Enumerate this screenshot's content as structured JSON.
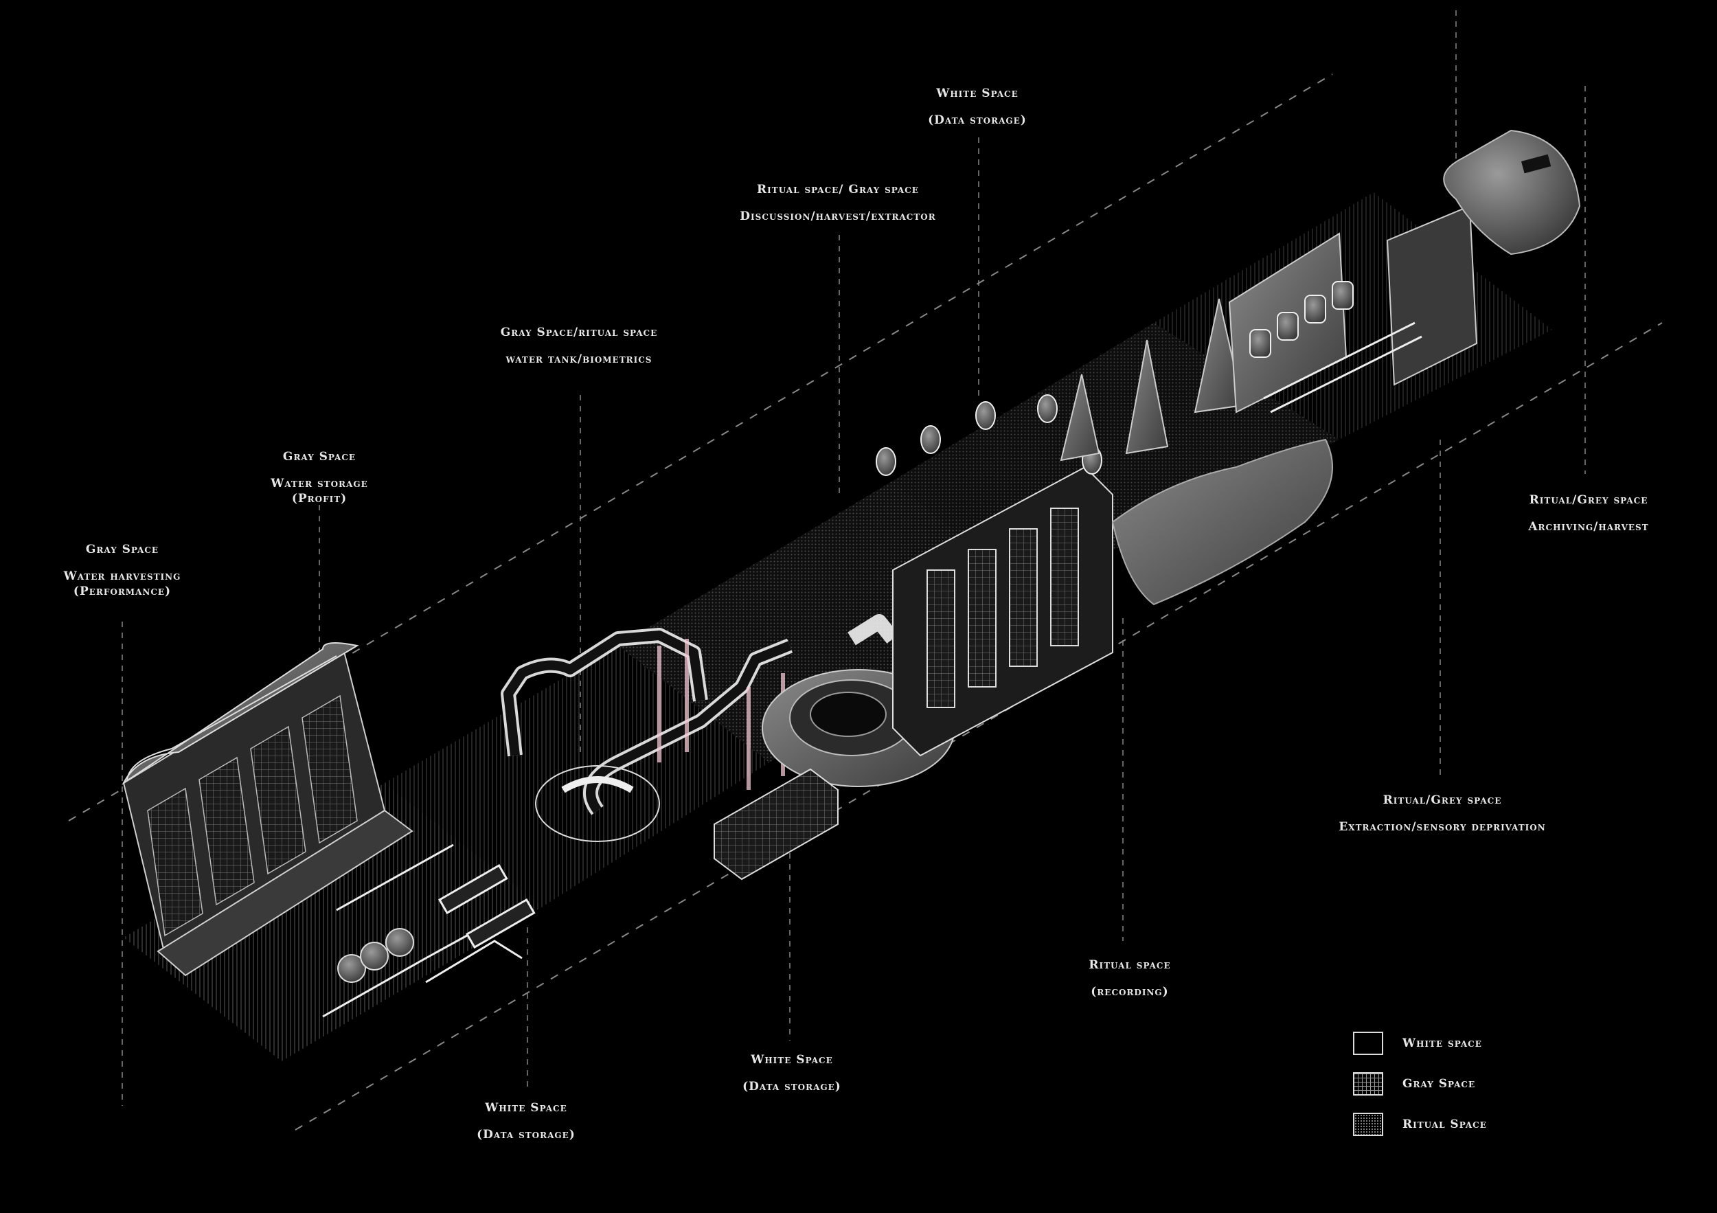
{
  "labels": [
    {
      "id": "water-harvesting",
      "line1": "Gray Space",
      "line2": "Water harvesting",
      "line3": "(Performance)"
    },
    {
      "id": "water-storage",
      "line1": "Gray Space",
      "line2": "Water storage",
      "line3": "(Profit)"
    },
    {
      "id": "water-tank",
      "line1": "Gray Space/ritual space",
      "line2": "water tank/biometrics"
    },
    {
      "id": "discussion",
      "line1": "Ritual space/ Gray space",
      "line2": "Discussion/harvest/extractor"
    },
    {
      "id": "data-storage-top",
      "line1": "White Space",
      "line2": "(Data storage)"
    },
    {
      "id": "archiving",
      "line1": "Ritual/Grey space",
      "line2": "Archiving/harvest"
    },
    {
      "id": "extraction",
      "line1": "Ritual/Grey space",
      "line2": "Extraction/sensory deprivation"
    },
    {
      "id": "recording",
      "line1": "Ritual space",
      "line2": "(recording)"
    },
    {
      "id": "data-storage-mid",
      "line1": "White Space",
      "line2": "(Data storage)"
    },
    {
      "id": "data-storage-low",
      "line1": "White Space",
      "line2": "(Data storage)"
    }
  ],
  "legend": [
    {
      "key": "white",
      "label": "White space"
    },
    {
      "key": "gray",
      "label": "Gray Space"
    },
    {
      "key": "ritual",
      "label": "Ritual Space"
    }
  ],
  "colors": {
    "background": "#000000",
    "line": "#e0e0e0",
    "accent_pink": "#f2c8d4"
  }
}
